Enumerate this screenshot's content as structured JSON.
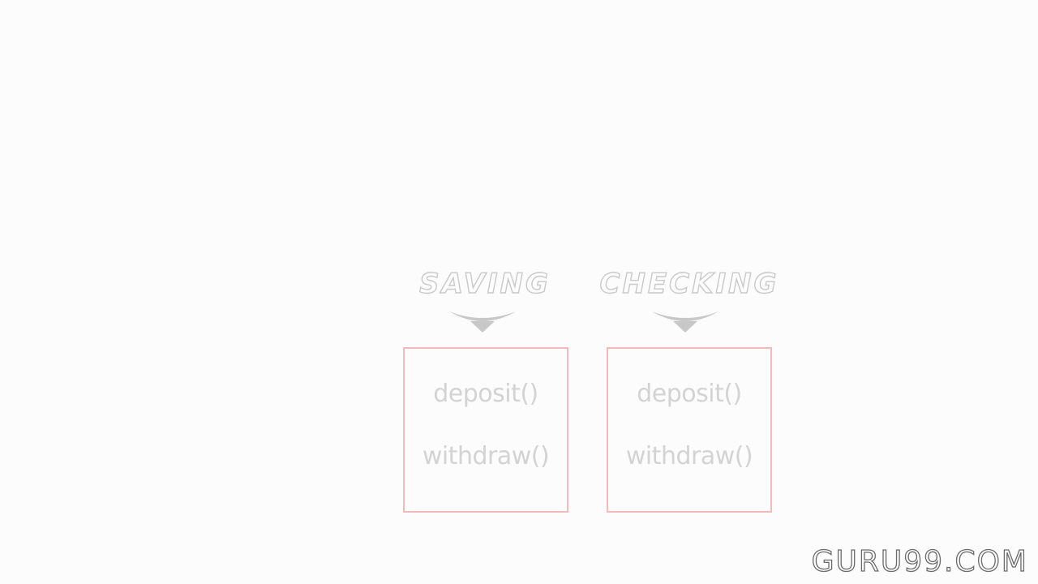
{
  "diagram": {
    "classes": [
      {
        "name": "SAVING",
        "methods": [
          "deposit()",
          "withdraw()"
        ]
      },
      {
        "name": "CHECKING",
        "methods": [
          "deposit()",
          "withdraw()"
        ]
      }
    ],
    "colors": {
      "box_border": "#f4b9b9",
      "label_outline": "#c9c9c9",
      "arrow": "#c8c8c8",
      "method_text": "#d3d3d3",
      "background": "#fcfcfd"
    },
    "icons": {
      "arrow": "down-curved-arrow-icon"
    }
  },
  "watermark": {
    "text": "GURU99.COM"
  }
}
